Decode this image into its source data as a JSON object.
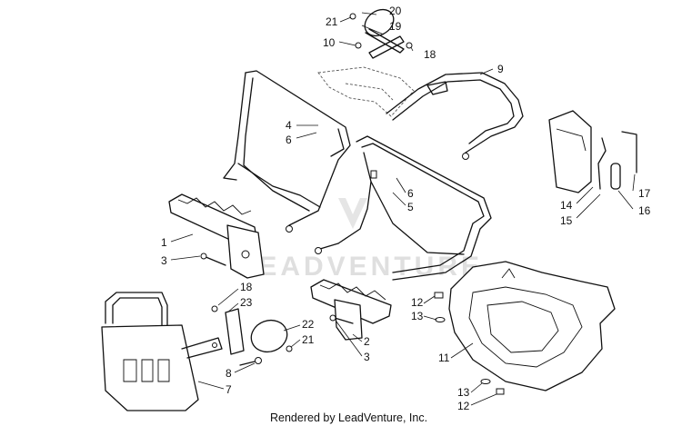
{
  "watermark": {
    "logo_text": "LEADVENTURE"
  },
  "credit": "Rendered by LeadVenture, Inc.",
  "callouts": {
    "c21a": "21",
    "c20": "20",
    "c19": "19",
    "c10": "10",
    "c18a": "18",
    "c9": "9",
    "c4": "4",
    "c6a": "6",
    "c6b": "6",
    "c5": "5",
    "c14": "14",
    "c15": "15",
    "c17": "17",
    "c16": "16",
    "c1": "1",
    "c3a": "3",
    "c18b": "18",
    "c23": "23",
    "c22": "22",
    "c21b": "21",
    "c8": "8",
    "c7": "7",
    "c2": "2",
    "c3b": "3",
    "c12a": "12",
    "c13a": "13",
    "c11": "11",
    "c13b": "13",
    "c12b": "12"
  }
}
